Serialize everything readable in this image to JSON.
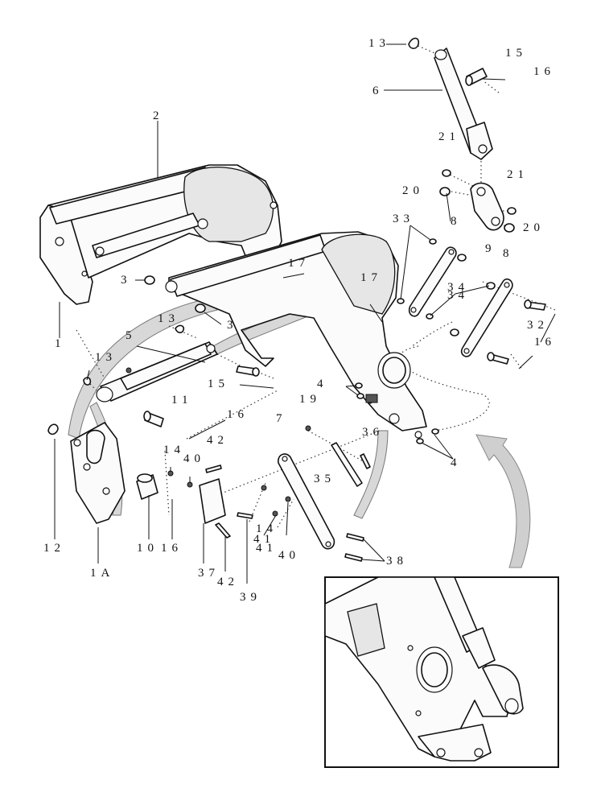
{
  "callouts": {
    "c1": "1",
    "c1a": "1A",
    "c2": "2",
    "c3a": "3",
    "c3b": "3",
    "c4a": "4",
    "c4b": "4",
    "c5": "5",
    "c6": "6",
    "c7": "7",
    "c8a": "8",
    "c8b": "8",
    "c9": "9",
    "c10": "10",
    "c11": "11",
    "c12": "12",
    "c13a": "13",
    "c13b": "13",
    "c13c": "13",
    "c14a": "14",
    "c14b": "14",
    "c15a": "15",
    "c15b": "15",
    "c16a": "16",
    "c16b": "16",
    "c16c": "16",
    "c16d": "16",
    "c17a": "17",
    "c17b": "17",
    "c19": "19",
    "c20a": "20",
    "c20b": "20",
    "c21a": "21",
    "c21b": "21",
    "c32": "32",
    "c33": "33",
    "c34a": "34",
    "c34b": "34",
    "c35": "35",
    "c36": "36",
    "c37": "37",
    "c38": "38",
    "c39": "39",
    "c40a": "40",
    "c40b": "40",
    "c41a": "41",
    "c41b": "41",
    "c42a": "42",
    "c42b": "42"
  },
  "colors": {
    "line": "#111111",
    "band": "#d8d8d8",
    "paper": "#ffffff"
  }
}
